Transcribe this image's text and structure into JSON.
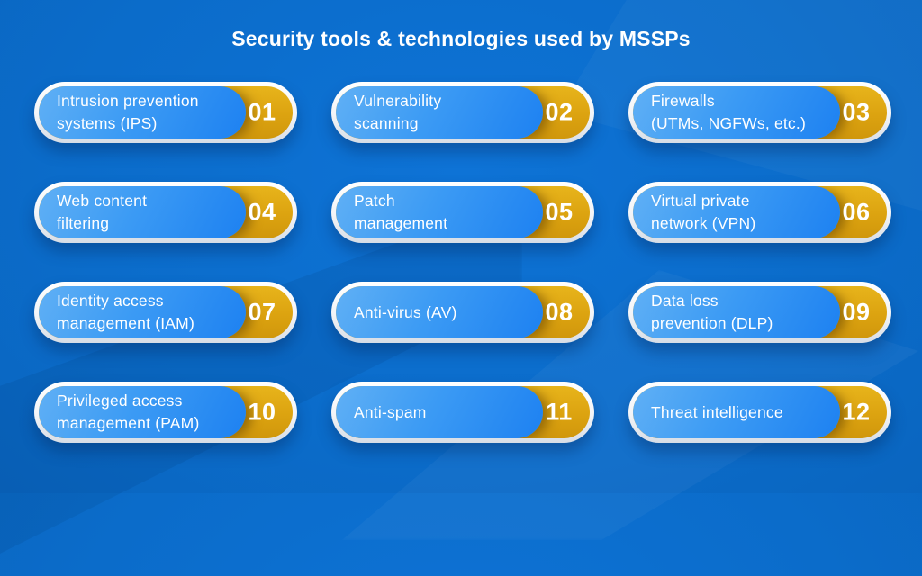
{
  "title": "Security tools & technologies used by MSSPs",
  "colors": {
    "background": "#0B6CCA",
    "pill_ring": "#FFFFFF",
    "pill_blue_start": "#60B0F5",
    "pill_blue_end": "#1D81F1",
    "pill_gold": "#DCA310",
    "text": "#FFFFFF"
  },
  "items": [
    {
      "number": "01",
      "label": "Intrusion prevention\nsystems (IPS)"
    },
    {
      "number": "02",
      "label": "Vulnerability\nscanning"
    },
    {
      "number": "03",
      "label": "Firewalls\n(UTMs, NGFWs, etc.)"
    },
    {
      "number": "04",
      "label": "Web content\nfiltering"
    },
    {
      "number": "05",
      "label": "Patch\nmanagement"
    },
    {
      "number": "06",
      "label": "Virtual private\nnetwork (VPN)"
    },
    {
      "number": "07",
      "label": "Identity access\nmanagement (IAM)"
    },
    {
      "number": "08",
      "label": "Anti-virus (AV)"
    },
    {
      "number": "09",
      "label": "Data loss\nprevention (DLP)"
    },
    {
      "number": "10",
      "label": "Privileged access\nmanagement (PAM)"
    },
    {
      "number": "11",
      "label": "Anti-spam"
    },
    {
      "number": "12",
      "label": "Threat intelligence"
    }
  ]
}
